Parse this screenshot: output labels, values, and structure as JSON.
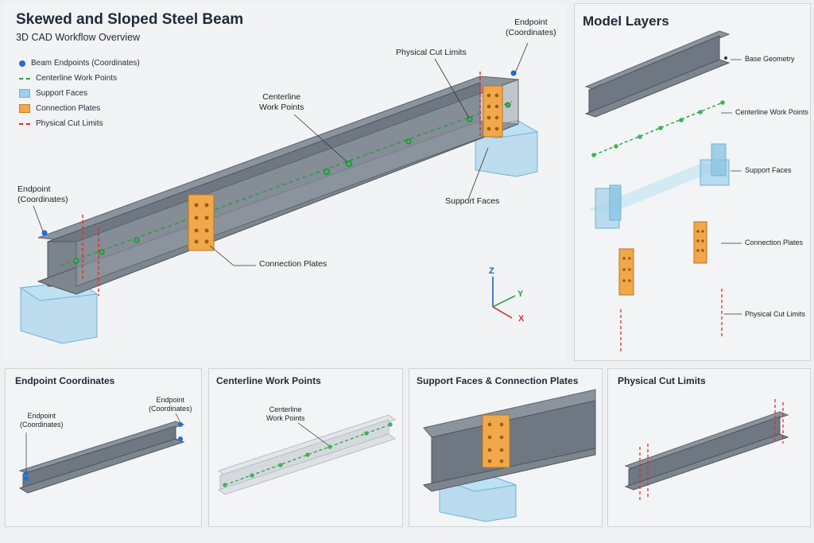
{
  "main": {
    "title": "Skewed and Sloped Steel Beam",
    "subtitle": "3D CAD Workflow Overview",
    "legend": [
      {
        "label": "Beam Endpoints (Coordinates)",
        "color": "#1f6fd6"
      },
      {
        "label": "Centerline Work Points",
        "color": "#2e9e44"
      },
      {
        "label": "Support Faces",
        "color": "#9fd0ea"
      },
      {
        "label": "Connection Plates",
        "color": "#f0a84a"
      },
      {
        "label": "Physical Cut Limits",
        "color": "#d9342b"
      }
    ],
    "callouts": {
      "endpoint_right": "Endpoint\n(Coordinates)",
      "endpoint_left": "Endpoint\n(Coordinates)",
      "cut_limits": "Physical Cut Limits",
      "centerline": "Centerline\nWork Points",
      "support_faces": "Support Faces",
      "connection_plates": "Connection Plates"
    },
    "axes": {
      "z": "Z",
      "y": "Y",
      "x": "X"
    }
  },
  "layers": {
    "title": "Model Layers",
    "items": [
      {
        "label": "Base Geometry"
      },
      {
        "label": "Centerline Work Points"
      },
      {
        "label": "Support Faces"
      },
      {
        "label": "Connection Plates"
      },
      {
        "label": "Physical Cut Limits"
      }
    ]
  },
  "details": [
    {
      "title": "Endpoint Coordinates",
      "callouts": [
        "Endpoint\n(Coordinates)",
        "Endpoint\n(Coordinates)"
      ]
    },
    {
      "title": "Centerline Work Points",
      "callouts": [
        "Centerline\nWork Points"
      ]
    },
    {
      "title": "Support Faces & Connection Plates",
      "callouts": []
    },
    {
      "title": "Physical Cut Limits",
      "callouts": []
    }
  ]
}
